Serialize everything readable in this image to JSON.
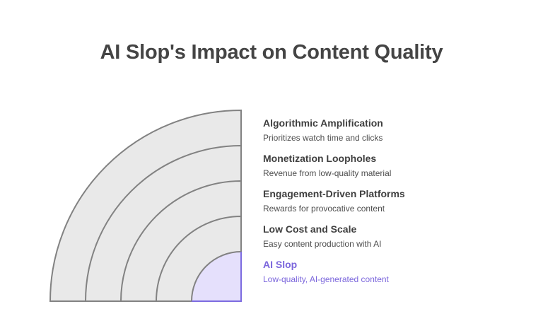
{
  "title": "AI Slop's Impact on Content Quality",
  "colors": {
    "ring_fill": "#e9e9e9",
    "ring_stroke": "#828282",
    "core_fill": "#e5e0fc",
    "core_stroke": "#7c6be0",
    "title": "#444444",
    "accent_text": "#7b66dc"
  },
  "layers": [
    {
      "heading": "Algorithmic Amplification",
      "description": "Prioritizes watch time and clicks"
    },
    {
      "heading": "Monetization Loopholes",
      "description": "Revenue from low-quality material"
    },
    {
      "heading": "Engagement-Driven Platforms",
      "description": "Rewards for provocative content"
    },
    {
      "heading": "Low Cost and Scale",
      "description": "Easy content production with AI"
    },
    {
      "heading": "AI Slop",
      "description": "Low-quality, AI-generated content"
    }
  ]
}
